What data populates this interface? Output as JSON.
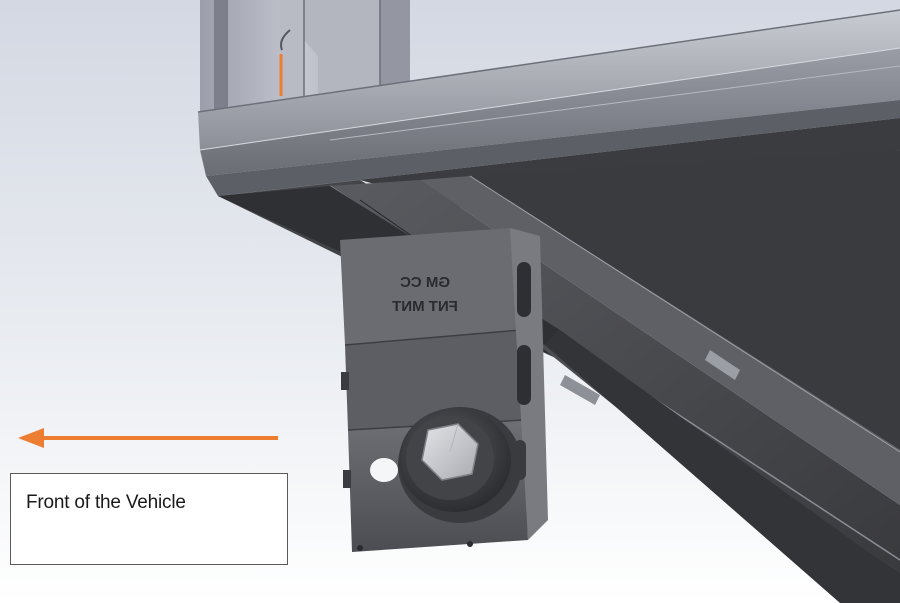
{
  "annotation": {
    "label": "Front of the Vehicle",
    "arrow_color": "#ed7d31"
  },
  "bracket": {
    "stamp_line1": "GM CC",
    "stamp_line2": "FNT MNT"
  },
  "colors": {
    "background_top": "#d6dae4",
    "background_bottom": "#ffffff",
    "frame_dark": "#3f4042",
    "frame_light": "#a8aab4"
  }
}
